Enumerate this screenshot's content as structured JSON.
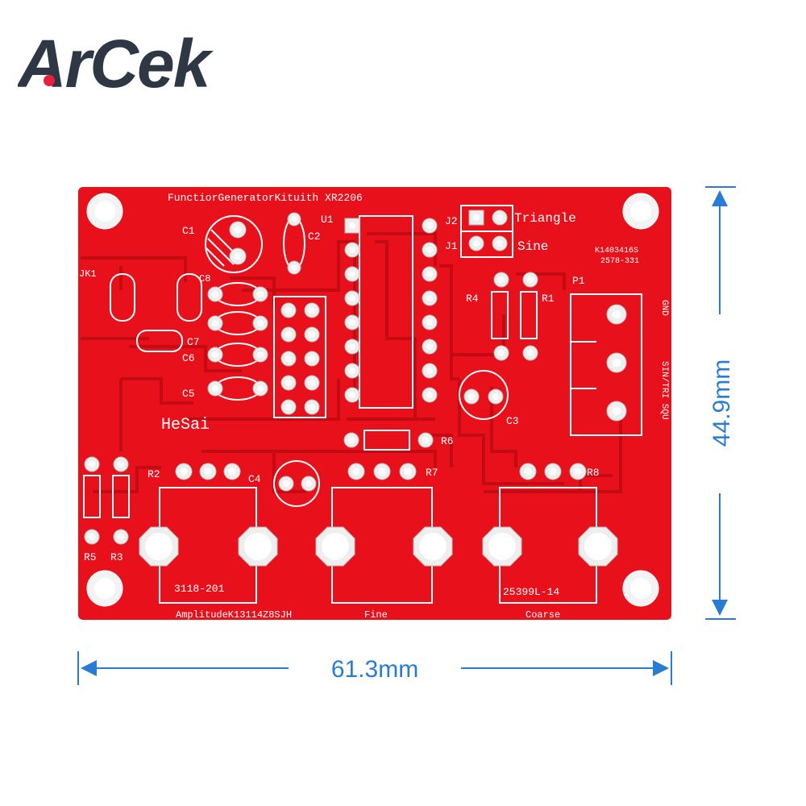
{
  "brand": {
    "name": "ArCek",
    "colors": {
      "text": "#2e3845",
      "dot": "#e8213a"
    }
  },
  "pcb": {
    "board_color": "#e8101a",
    "silkscreen_color": "#ffffff",
    "title": "FunctiorGeneratorKituith XR2206",
    "component_labels": {
      "C1": "C1",
      "C2": "C2",
      "U1": "U1",
      "J2": "J2",
      "J1": "J1",
      "triangle": "Triangle",
      "sine": "Sine",
      "marking_1": "K1403416S",
      "marking_2": "2578-331",
      "JK1": "JK1",
      "C8": "C8",
      "R4": "R4",
      "R1": "R1",
      "P1": "P1",
      "C7": "C7",
      "C6": "C6",
      "C5": "C5",
      "GND": "GND",
      "SIN_TRI_SQU": "SIN/TRI SQU",
      "HeSai": "HeSai",
      "C3": "C3",
      "R6": "R6",
      "R2": "R2",
      "C4": "C4",
      "R7": "R7",
      "R8": "R8",
      "R5": "R5",
      "R3": "R3",
      "pot1": "3118-201",
      "pot3": "25399L-14",
      "amplitude": "AmplitudeK13114Z8SJH",
      "fine": "Fine",
      "coarse": "Coarse"
    }
  },
  "dimensions": {
    "color": "#2a7bd4",
    "width_label": "61.3mm",
    "height_label": "44.9mm"
  }
}
